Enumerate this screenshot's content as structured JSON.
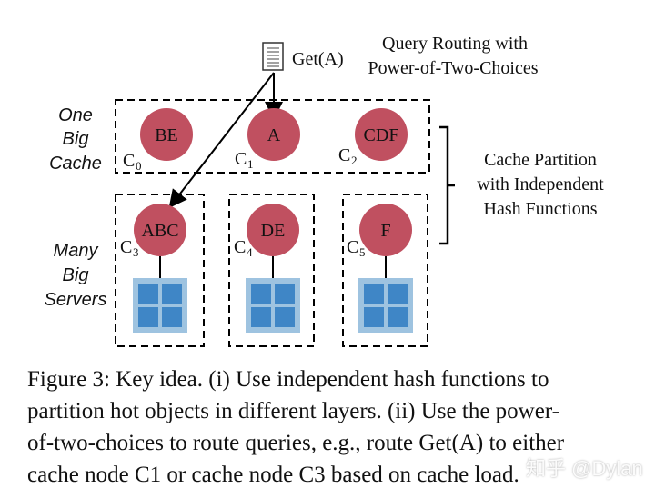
{
  "figure": {
    "query_label": "Get(A)",
    "query_routing_title": [
      "Query Routing with",
      "Power-of-Two-Choices"
    ],
    "cache_partition_title": [
      "Cache Partition",
      "with Independent",
      "Hash Functions"
    ],
    "one_big_cache_label": [
      "One",
      "Big",
      "Cache"
    ],
    "many_big_servers_label": [
      "Many",
      "Big",
      "Servers"
    ],
    "cache_nodes": [
      {
        "name": "BE",
        "sub": "C",
        "idx": "0"
      },
      {
        "name": "A",
        "sub": "C",
        "idx": "1"
      },
      {
        "name": "CDF",
        "sub": "C",
        "idx": "2"
      }
    ],
    "server_nodes": [
      {
        "name": "ABC",
        "sub": "C",
        "idx": "3"
      },
      {
        "name": "DE",
        "sub": "C",
        "idx": "4"
      },
      {
        "name": "F",
        "sub": "C",
        "idx": "5"
      }
    ],
    "colors": {
      "node": "#c05060",
      "server_outer": "#9ec3e0",
      "server_inner": "#3f86c6"
    }
  },
  "caption": {
    "lines": [
      "Figure 3: Key idea. (i) Use independent hash functions to",
      "partition hot objects in different layers. (ii) Use the power-",
      "of-two-choices to route queries, e.g., route Get(A) to either",
      "cache node C1 or cache node C3 based on cache load."
    ]
  },
  "watermark": "知乎 @Dylan"
}
